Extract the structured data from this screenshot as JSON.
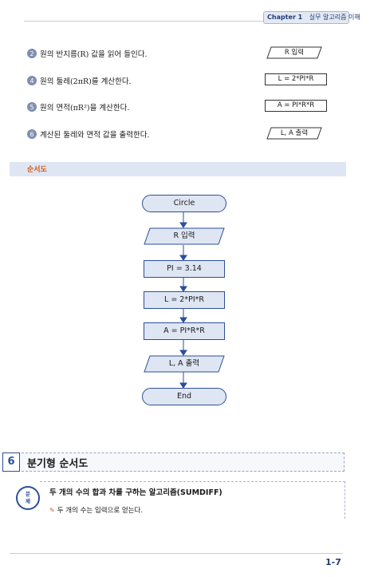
{
  "header": {
    "chapter": "Chapter 1",
    "title": "실무 알고리즘 이해"
  },
  "steps": [
    {
      "number": "2",
      "text": "원의 반지름(R) 값을 읽어 들인다.",
      "box": "R 입력"
    },
    {
      "number": "4",
      "text": "원의 둘레(2πR)를 계산한다.",
      "box": "L = 2*PI*R"
    },
    {
      "number": "5",
      "text": "원의 면적(πR²)을 계산한다.",
      "box": "A = PI*R*R"
    },
    {
      "number": "6",
      "text": "계산된 둘레와 면적 값을 출력한다.",
      "box": "L, A 출력"
    }
  ],
  "flowchart_section": {
    "label": "순서도"
  },
  "flowchart": {
    "start": "Circle",
    "input": "R 입력",
    "pi": "PI = 3.14",
    "circumference": "L = 2*PI*R",
    "area": "A = PI*R*R",
    "output": "L, A 출력",
    "end": "End"
  },
  "section6": {
    "number": "6",
    "title": "분기형 순서도",
    "problem_icon": {
      "line1": "문",
      "line2": "제"
    },
    "problem_title": "두 개의 수의 합과 차를 구하는 알고리즘(SUMDIFF)",
    "problem_sub": "두 개의 수는 입력으로 얻는다."
  },
  "footer": {
    "page": "1-7"
  }
}
